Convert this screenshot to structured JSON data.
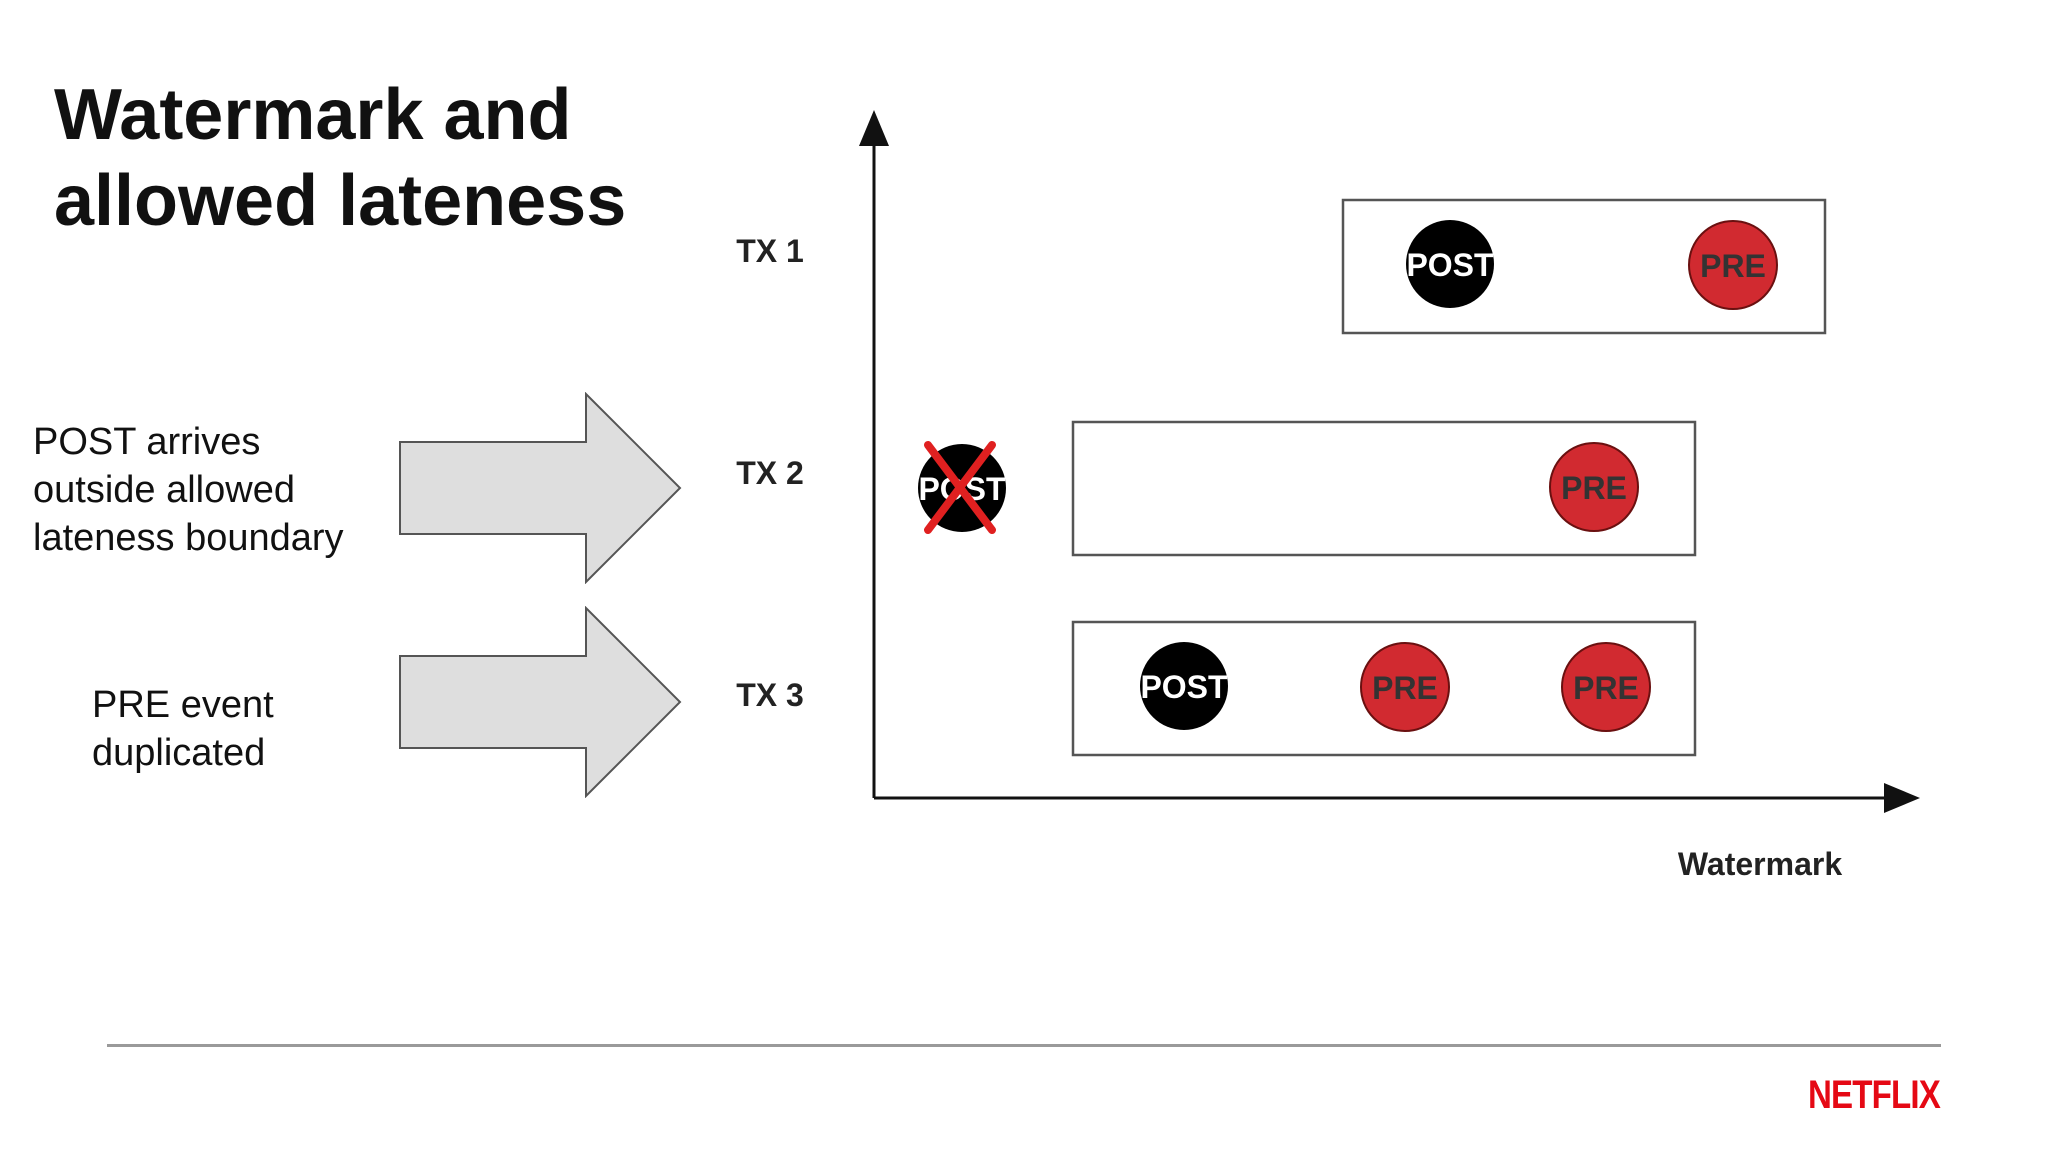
{
  "slide": {
    "title_line1": "Watermark and",
    "title_line2": "allowed lateness",
    "notes": [
      {
        "lines": [
          "POST arrives",
          "outside allowed",
          "lateness boundary"
        ]
      },
      {
        "lines": [
          "PRE event",
          "duplicated"
        ]
      }
    ]
  },
  "diagram": {
    "axis_x_label": "Watermark",
    "rows": [
      {
        "label": "TX 1",
        "events": [
          "POST",
          "PRE"
        ],
        "dropped": []
      },
      {
        "label": "TX 2",
        "events": [
          "POST",
          "PRE"
        ],
        "dropped": [
          "POST"
        ]
      },
      {
        "label": "TX 3",
        "events": [
          "POST",
          "PRE",
          "PRE"
        ],
        "dropped": []
      }
    ]
  },
  "colors": {
    "pre_fill": "#d12a30",
    "post_fill": "#000000",
    "cross": "#e02020",
    "arrow_fill": "#dedede",
    "brand": "#e50914"
  },
  "brand": {
    "logo_text": "NETFLIX"
  }
}
